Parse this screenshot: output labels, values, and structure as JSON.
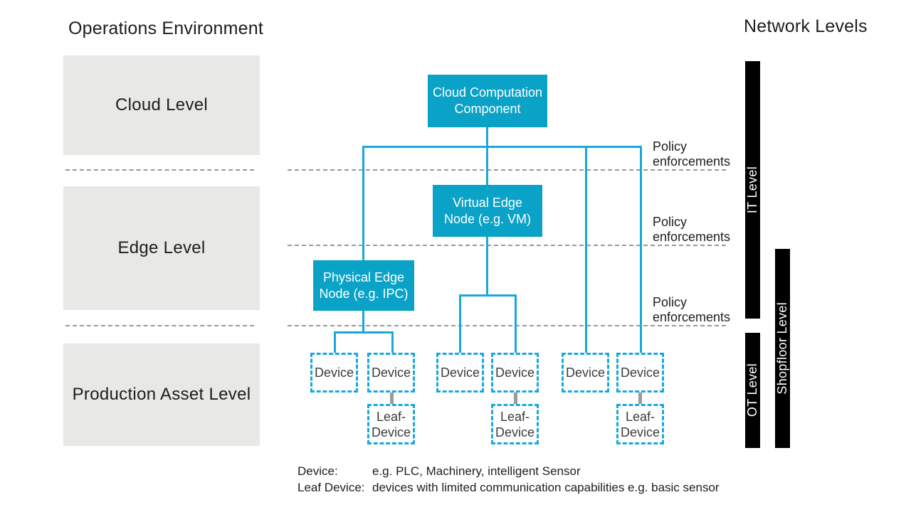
{
  "left_panel": {
    "title": "Operations Environment",
    "levels": [
      {
        "label": "Cloud Level"
      },
      {
        "label": "Edge Level"
      },
      {
        "label": "Production Asset Level"
      }
    ]
  },
  "right_panel": {
    "title": "Network Levels",
    "bars": [
      {
        "label": "IT Level"
      },
      {
        "label": "OT Level"
      },
      {
        "label": "Shopfloor Level"
      }
    ]
  },
  "diagram": {
    "cloud_node": {
      "line1": "Cloud Computation",
      "line2": "Component"
    },
    "virtual_node": {
      "line1": "Virtual Edge",
      "line2": "Node (e.g. VM)"
    },
    "physical_node": {
      "line1": "Physical Edge",
      "line2": "Node (e.g. IPC)"
    },
    "device_label": "Device",
    "leaf_node": {
      "line1": "Leaf-",
      "line2": "Device"
    },
    "policy_label": {
      "line1": "Policy",
      "line2": "enforcements"
    }
  },
  "legend": {
    "rows": [
      {
        "term": "Device:",
        "definition": "e.g. PLC, Machinery, intelligent Sensor"
      },
      {
        "term": "Leaf Device:",
        "definition": "devices with limited communication capabilities e.g. basic sensor"
      }
    ]
  },
  "colors": {
    "node_fill": "#0ba2c7",
    "connector": "#1aa7dc",
    "level_box": "#e8e8e7",
    "network_bar": "#000000",
    "separator": "#999999"
  }
}
